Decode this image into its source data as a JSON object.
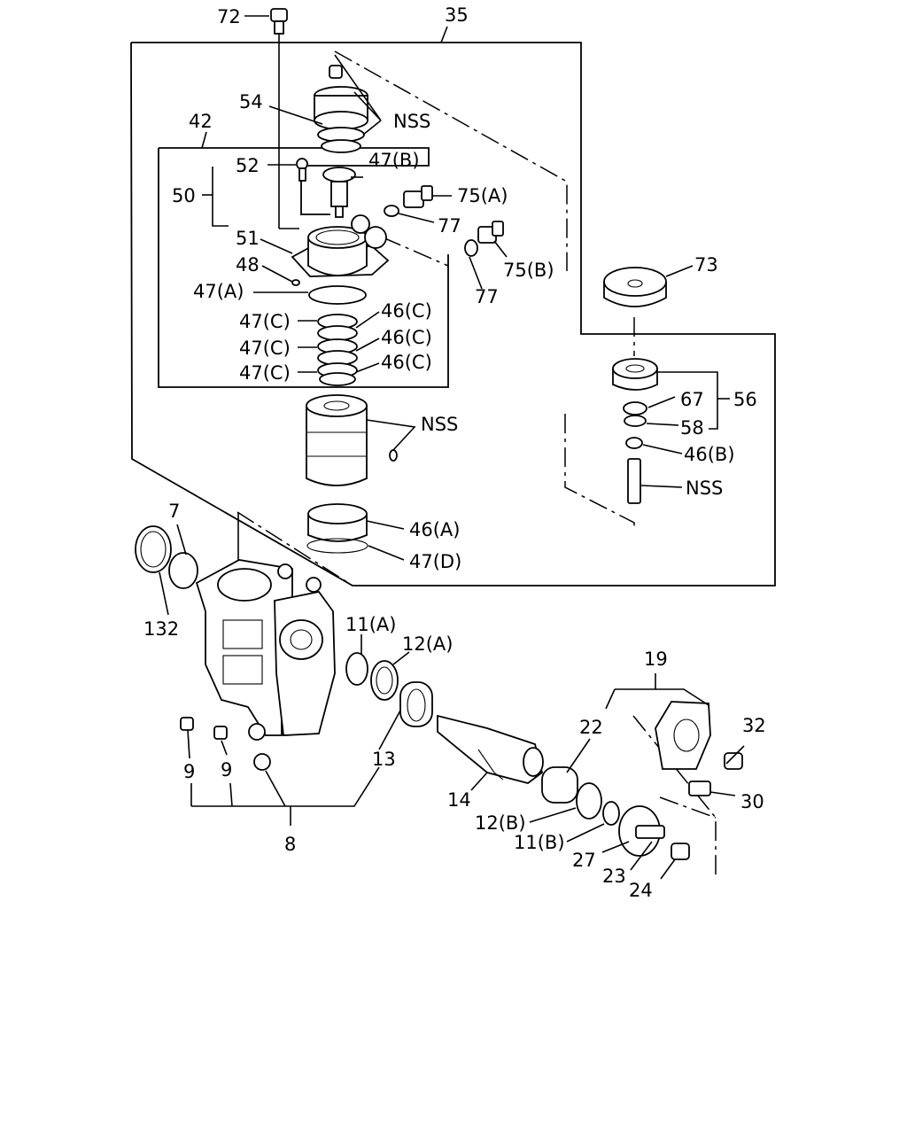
{
  "callouts": {
    "c72": "72",
    "c35": "35",
    "c54": "54",
    "nss1": "NSS",
    "c42": "42",
    "c52": "52",
    "c47b": "47(B)",
    "c50": "50",
    "c75a": "75(A)",
    "c77a": "77",
    "c51": "51",
    "c75b": "75(B)",
    "c48": "48",
    "c77b": "77",
    "c47a": "47(A)",
    "c47c1": "47(C)",
    "c46c1": "46(C)",
    "c47c2": "47(C)",
    "c46c2": "46(C)",
    "c47c3": "47(C)",
    "c46c3": "46(C)",
    "c73": "73",
    "c67": "67",
    "c56": "56",
    "c58": "58",
    "nss2": "NSS",
    "c46b": "46(B)",
    "nss3": "NSS",
    "c46a": "46(A)",
    "c47d": "47(D)",
    "c7": "7",
    "c132": "132",
    "c11a": "11(A)",
    "c12a": "12(A)",
    "c19": "19",
    "c22": "22",
    "c32": "32",
    "c30": "30",
    "c13": "13",
    "c9a": "9",
    "c9b": "9",
    "c14": "14",
    "c12b": "12(B)",
    "c11b": "11(B)",
    "c27": "27",
    "c23": "23",
    "c24": "24",
    "c8": "8"
  }
}
